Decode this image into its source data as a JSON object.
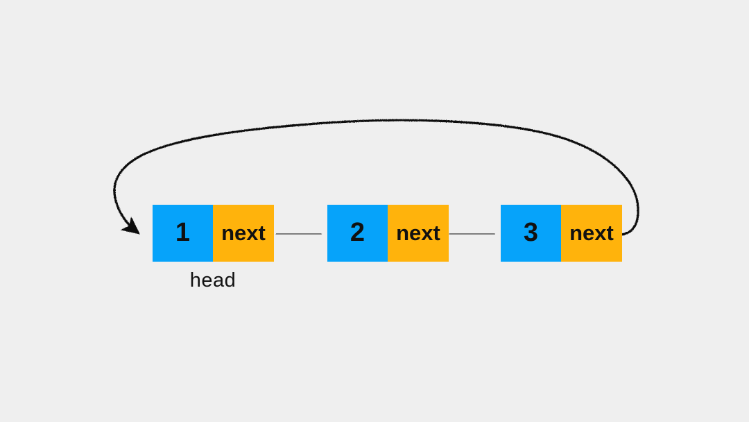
{
  "diagram": {
    "title": "circular-singly-linked-list",
    "background_color": "#efefef",
    "value_cell_color": "#06a3fa",
    "next_cell_color": "#ffb30c",
    "stroke_color": "#111111",
    "nodes": [
      {
        "value": "1",
        "pointer_label": "next",
        "annotation": "head"
      },
      {
        "value": "2",
        "pointer_label": "next",
        "annotation": ""
      },
      {
        "value": "3",
        "pointer_label": "next",
        "annotation": ""
      }
    ],
    "labels": {
      "head": "head"
    },
    "arrows": [
      {
        "name": "arrow-node1-to-node2",
        "from": "1",
        "to": "2",
        "style": "straight"
      },
      {
        "name": "arrow-node2-to-node3",
        "from": "2",
        "to": "3",
        "style": "straight"
      },
      {
        "name": "arrow-node3-to-node1",
        "from": "3",
        "to": "1",
        "style": "curved-loop"
      }
    ]
  }
}
